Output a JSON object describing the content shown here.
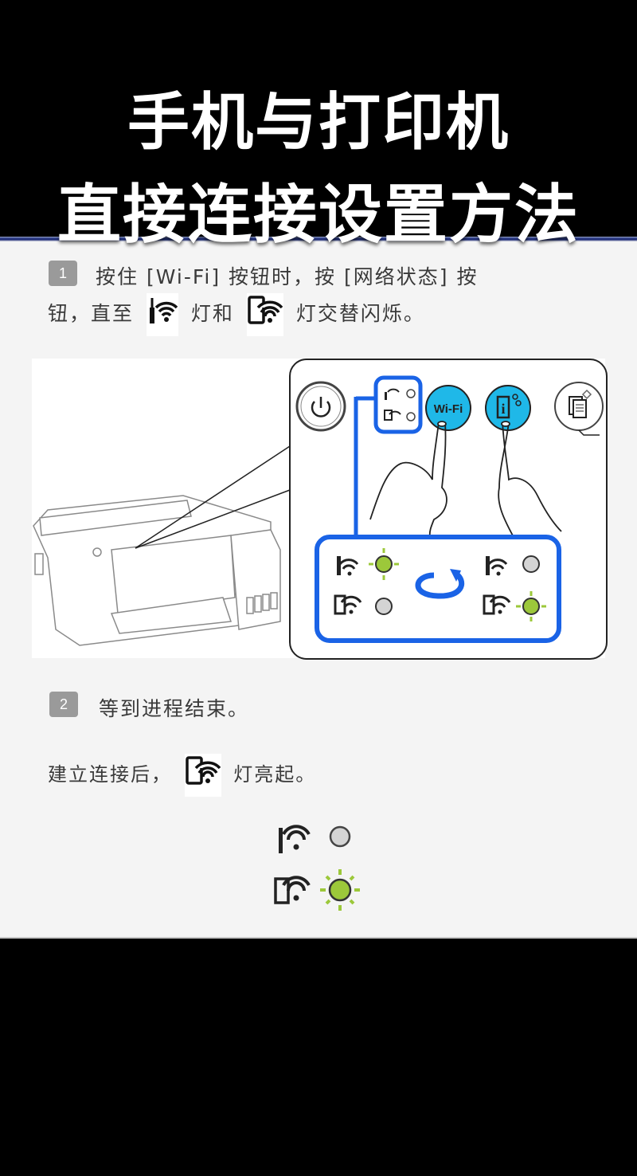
{
  "header": {
    "title_line1": "手机与打印机",
    "title_line2": "直接连接设置方法"
  },
  "colors": {
    "background": "#000000",
    "panel": "#f4f4f4",
    "accent_blue": "#1a63e6",
    "button_cyan": "#1fb8e8",
    "led_green": "#9cc83a",
    "led_off": "#d4d4d4",
    "divider_navy": "#1c2a72"
  },
  "step1": {
    "badge": "1",
    "line1": "按住 [Wi-Fi] 按钮时，按 [网络状态] 按",
    "line2_prefix": "钮，直至",
    "icon_a": "wifi-router-icon",
    "line2_mid": "灯和",
    "icon_b": "wifi-direct-icon",
    "line2_suffix": "灯交替闪烁。"
  },
  "diagram": {
    "buttons": {
      "power": "power-icon",
      "wifi_label": "Wi-Fi",
      "network_status": "network-status-icon",
      "copy": "copy-icon"
    },
    "indicator_states": {
      "state_a": {
        "wifi": "on",
        "wifi_direct": "off"
      },
      "state_b": {
        "wifi": "off",
        "wifi_direct": "on"
      },
      "transition": "alternate-cycle-icon"
    }
  },
  "step2": {
    "badge": "2",
    "text": "等到进程结束。",
    "result_prefix": "建立连接后，",
    "result_icon": "wifi-direct-icon",
    "result_suffix": "灯亮起。",
    "final_state": {
      "wifi": "off",
      "wifi_direct": "on"
    }
  }
}
